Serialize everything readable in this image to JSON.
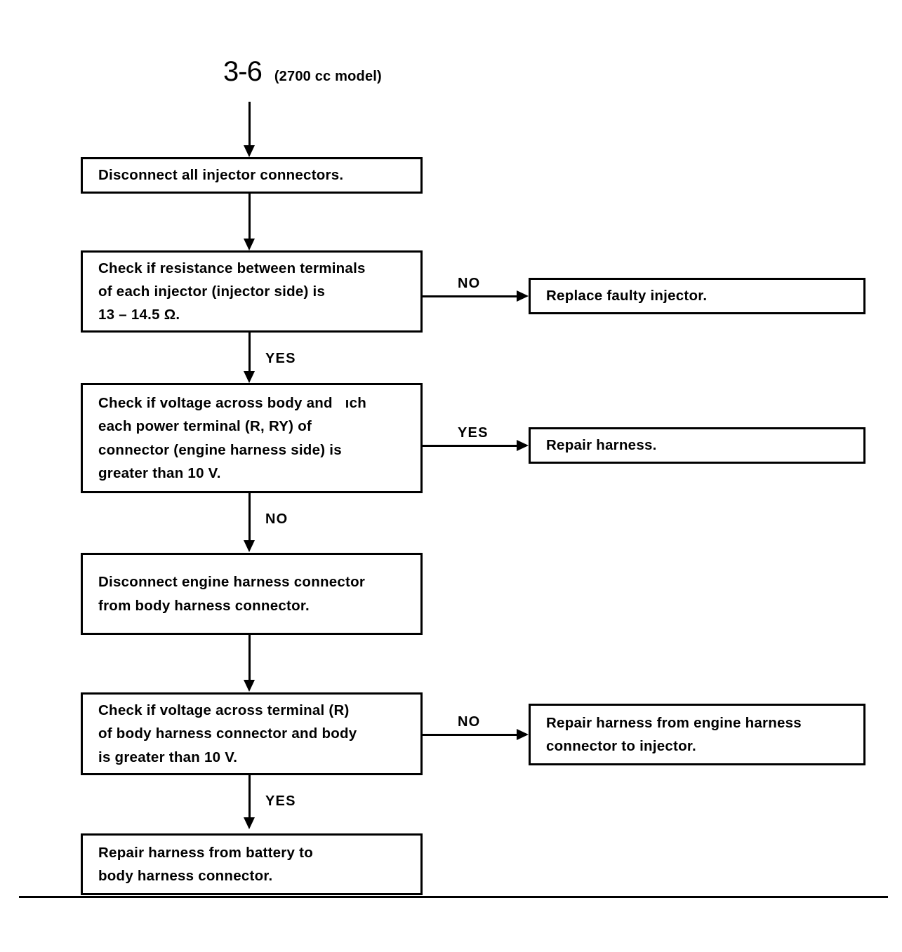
{
  "header": {
    "reference": "3-6",
    "model_note": "(2700 cc model)"
  },
  "nodes": {
    "n1": {
      "lines": [
        "Disconnect all injector connectors."
      ]
    },
    "n2": {
      "lines": [
        "Check if resistance between terminals",
        "of each injector (injector side) is",
        "13 – 14.5 Ω."
      ]
    },
    "n3": {
      "lines": [
        "Check if voltage across body and   ıch",
        "each power terminal (R, RY) of",
        "connector (engine harness side) is",
        "greater than 10 V."
      ]
    },
    "n4": {
      "lines": [
        "Disconnect engine harness connector",
        "from body harness connector."
      ]
    },
    "n5": {
      "lines": [
        "Check if voltage across terminal (R)",
        "of body harness connector and body",
        "is greater than 10 V."
      ]
    },
    "n6": {
      "lines": [
        "Repair harness from battery to",
        "body harness connector."
      ]
    },
    "r1": {
      "lines": [
        "Replace faulty injector."
      ]
    },
    "r2": {
      "lines": [
        "Repair harness."
      ]
    },
    "r3": {
      "lines": [
        "Repair harness from engine harness",
        "connector to injector."
      ]
    }
  },
  "edges": {
    "n2_to_r1": "NO",
    "n2_to_n3": "YES",
    "n3_to_r2": "YES",
    "n3_to_n4": "NO",
    "n5_to_r3": "NO",
    "n5_to_n6": "YES"
  },
  "colors": {
    "ink": "#000000",
    "paper": "#ffffff"
  }
}
